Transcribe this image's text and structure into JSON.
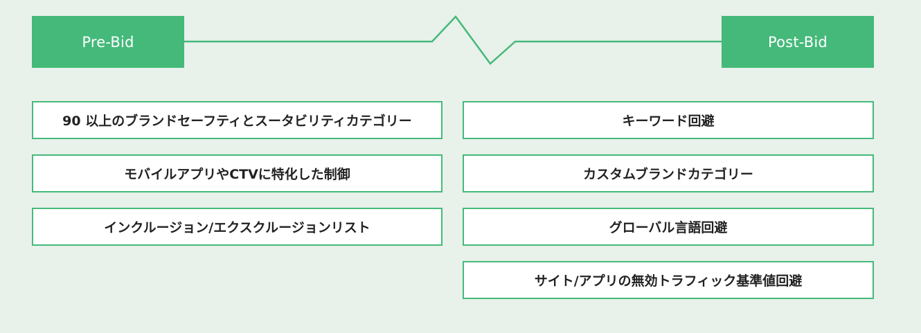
{
  "phases": {
    "pre_bid": "Pre-Bid",
    "post_bid": "Post-Bid"
  },
  "pre_bid_items": [
    "90 以上のブランドセーフティとスータビリティカテゴリー",
    "モバイルアプリやCTVに特化した制御",
    "インクルージョン/エクスクルージョンリスト"
  ],
  "post_bid_items": [
    "キーワード回避",
    "カスタムブランドカテゴリー",
    "グローバル言語回避",
    "サイト/アプリの無効トラフィック基準値回避"
  ],
  "colors": {
    "background": "#e8f1ea",
    "accent": "#45b97a",
    "box_fill": "#ffffff",
    "text": "#222222"
  }
}
